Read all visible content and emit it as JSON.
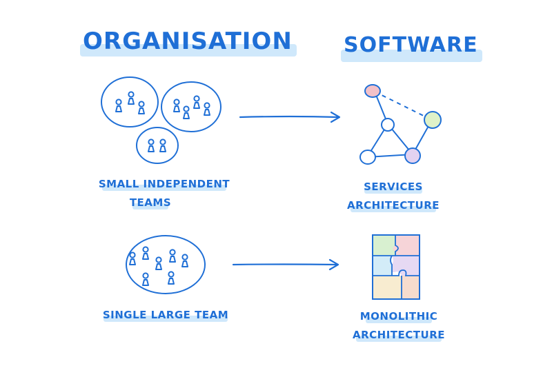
{
  "titles": {
    "left": "ORGANISATION",
    "right": "SOFTWARE"
  },
  "rows": [
    {
      "org_label_lines": [
        "SMALL INDEPENDENT",
        "TEAMS"
      ],
      "software_label_lines": [
        "SERVICES",
        "ARCHITECTURE"
      ]
    },
    {
      "org_label_lines": [
        "SINGLE LARGE TEAM"
      ],
      "software_label_lines": [
        "MONOLITHIC",
        "ARCHITECTURE"
      ]
    }
  ],
  "colors": {
    "ink": "#1f6fd6",
    "highlight": "#cfe8fb",
    "node_pink": "#f3c1c8",
    "node_green": "#dff2c8",
    "node_purple": "#e3d2f1",
    "node_white": "#ffffff",
    "puzzle_green": "#d8f0d0",
    "puzzle_pink": "#f6d4d8",
    "puzzle_blue": "#d3ecf8",
    "puzzle_purple": "#e6d9f3",
    "puzzle_yellow": "#f8ecd0",
    "puzzle_peach": "#f6dccd"
  }
}
